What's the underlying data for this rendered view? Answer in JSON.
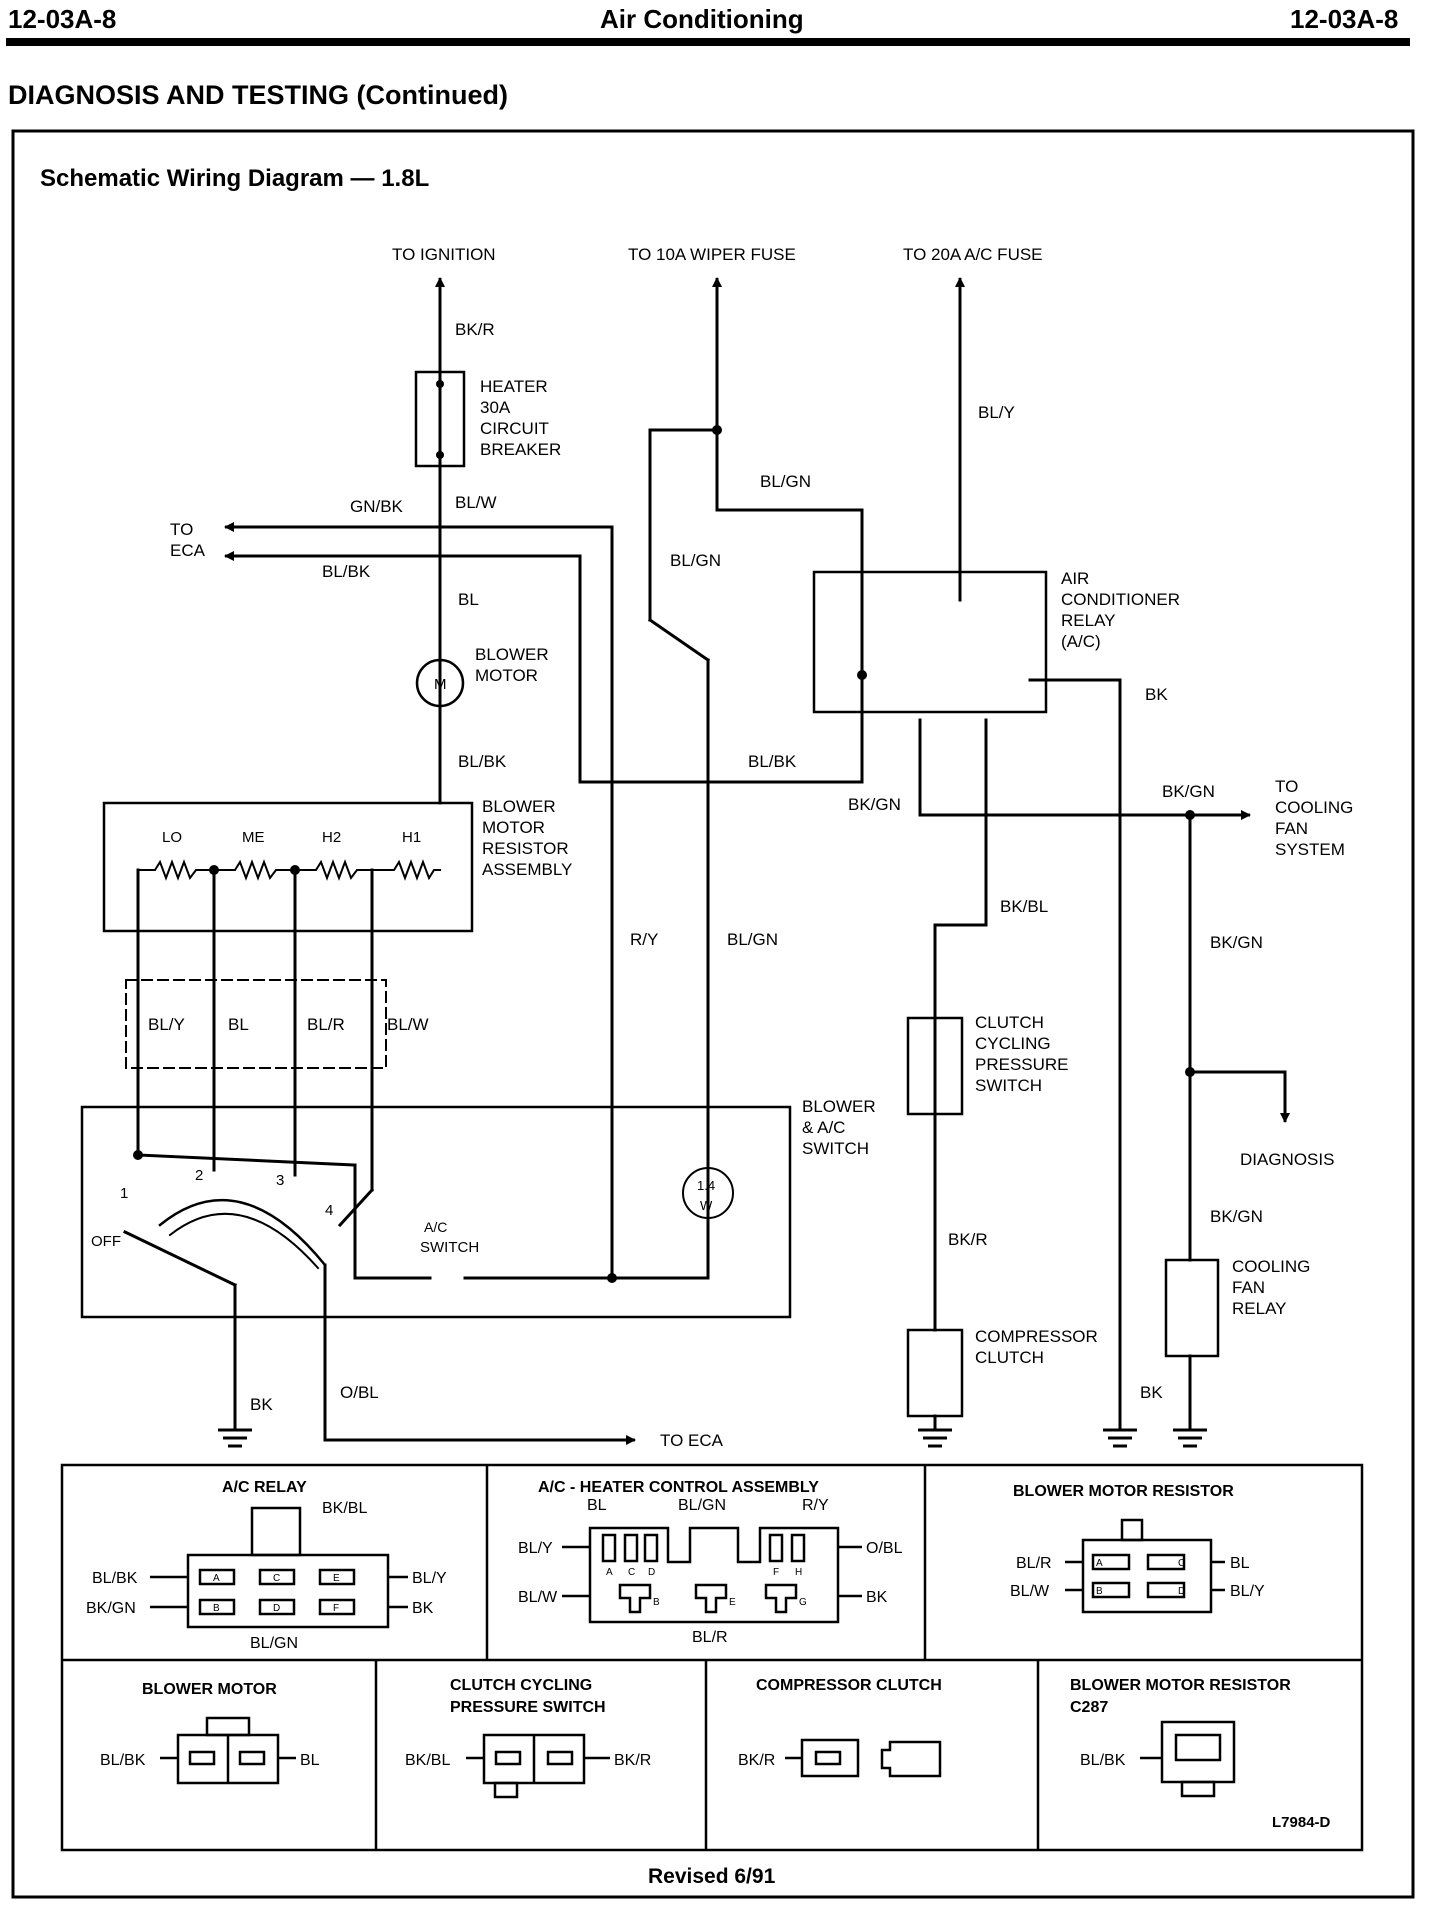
{
  "header": {
    "left": "12-03A-8",
    "center": "Air Conditioning",
    "right": "12-03A-8"
  },
  "section_title": "DIAGNOSIS AND TESTING (Continued)",
  "diagram": {
    "title": "Schematic Wiring Diagram — 1.8L",
    "top_labels": {
      "ignition": "TO IGNITION",
      "wiper_fuse": "TO 10A WIPER FUSE",
      "ac_fuse": "TO 20A A/C FUSE"
    },
    "breaker": [
      "HEATER",
      "30A",
      "CIRCUIT",
      "BREAKER"
    ],
    "blower_motor": {
      "symbol": "M",
      "label": [
        "BLOWER",
        "MOTOR"
      ]
    },
    "ac_relay": [
      "AIR",
      "CONDITIONER",
      "RELAY",
      "(A/C)"
    ],
    "resistor_assembly": {
      "label": [
        "BLOWER",
        "MOTOR",
        "RESISTOR",
        "ASSEMBLY"
      ],
      "taps": [
        "LO",
        "ME",
        "H2",
        "H1"
      ]
    },
    "connector_wires": [
      "BL/Y",
      "BL",
      "BL/R",
      "BL/W"
    ],
    "blower_switch": {
      "label": [
        "BLOWER",
        "& A/C",
        "SWITCH"
      ],
      "positions": [
        "1",
        "2",
        "3",
        "4"
      ],
      "off": "OFF",
      "ac_switch": [
        "A/C",
        "SWITCH"
      ],
      "lamp": [
        "1.4",
        "W"
      ]
    },
    "to_eca_left": [
      "TO",
      "ECA"
    ],
    "to_eca_bottom": "TO ECA",
    "clutch_cycling_switch": [
      "CLUTCH",
      "CYCLING",
      "PRESSURE",
      "SWITCH"
    ],
    "compressor_clutch": [
      "COMPRESSOR",
      "CLUTCH"
    ],
    "cooling_fan_system": [
      "TO",
      "COOLING",
      "FAN",
      "SYSTEM"
    ],
    "diagnosis": "DIAGNOSIS",
    "cooling_fan_relay": [
      "COOLING",
      "FAN",
      "RELAY"
    ],
    "wire_labels": {
      "bkr_top": "BK/R",
      "blw_breaker": "BL/W",
      "gnbk": "GN/BK",
      "blbk_eca": "BL/BK",
      "bl_motor": "BL",
      "blbk_motor": "BL/BK",
      "bly_fuse": "BL/Y",
      "blgn_relay": "BL/GN",
      "blgn_down": "BL/GN",
      "blbk_relay": "BL/BK",
      "bkgn_relay": "BK/GN",
      "bk_relay": "BK",
      "bkgn_fan": "BK/GN",
      "bkbl": "BK/BL",
      "bkgn_vertical": "BK/GN",
      "ry": "R/Y",
      "blgn_vertical": "BL/GN",
      "bkr_clutch": "BK/R",
      "bkgn_relay_lower": "BK/GN",
      "bk_ground_left": "BK",
      "obl": "O/BL",
      "bk_ground_right": "BK"
    }
  },
  "connectors": {
    "ac_relay": {
      "title": "A/C RELAY",
      "pins": [
        "A",
        "C",
        "E",
        "B",
        "D",
        "F"
      ],
      "wires": {
        "top": "BK/BL",
        "left_top": "BL/BK",
        "left_bottom": "BK/GN",
        "right_top": "BL/Y",
        "right_bottom": "BK",
        "bottom": "BL/GN"
      }
    },
    "heater_control": {
      "title": "A/C - HEATER CONTROL ASSEMBLY",
      "pins": [
        "A",
        "C",
        "D",
        "F",
        "H",
        "B",
        "E",
        "G"
      ],
      "wires": {
        "top_1": "BL",
        "top_2": "BL/GN",
        "top_3": "R/Y",
        "left_top": "BL/Y",
        "left_bottom": "BL/W",
        "right_top": "O/BL",
        "right_bottom": "BK",
        "bottom": "BL/R"
      }
    },
    "blower_resistor": {
      "title": "BLOWER MOTOR RESISTOR",
      "pins": [
        "A",
        "C",
        "B",
        "D"
      ],
      "wires": {
        "left_top": "BL/R",
        "left_bottom": "BL/W",
        "right_top": "BL",
        "right_bottom": "BL/Y"
      }
    },
    "blower_motor": {
      "title": "BLOWER MOTOR",
      "wires": {
        "left": "BL/BK",
        "right": "BL"
      }
    },
    "clutch_switch": {
      "title": [
        "CLUTCH CYCLING",
        "PRESSURE SWITCH"
      ],
      "wires": {
        "left": "BK/BL",
        "right": "BK/R"
      }
    },
    "compressor_clutch": {
      "title": "COMPRESSOR CLUTCH",
      "wires": {
        "left": "BK/R"
      }
    },
    "blower_resistor_c287": {
      "title": [
        "BLOWER MOTOR RESISTOR",
        "C287"
      ],
      "wires": {
        "left": "BL/BK"
      }
    }
  },
  "footer": {
    "revised": "Revised 6/91",
    "code": "L7984-D"
  }
}
